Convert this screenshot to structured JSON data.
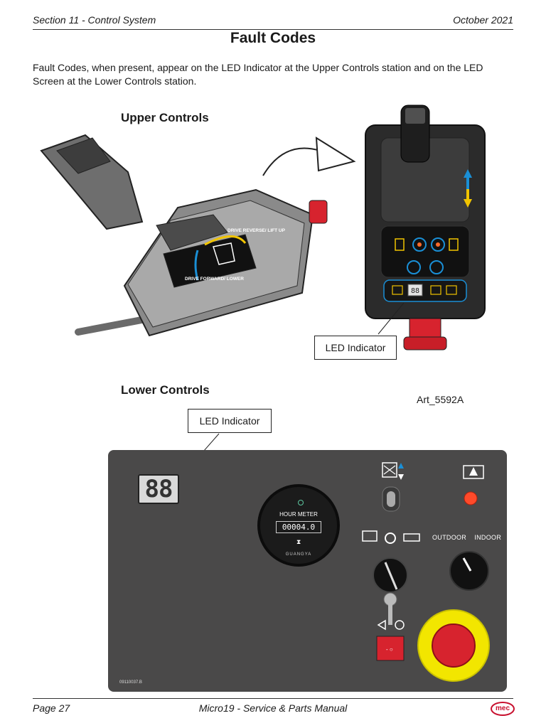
{
  "header": {
    "section": "Section 11 - Control System",
    "date": "October 2021"
  },
  "title": "Fault Codes",
  "intro": "Fault Codes, when present, appear on the LED Indicator at the Upper Controls station and on the LED Screen at the Lower Controls station.",
  "upper": {
    "heading": "Upper Controls",
    "joystick_decal": {
      "reverse": "DRIVE REVERSE/ LIFT UP",
      "forward": "DRIVE FORWARD/ LOWER"
    },
    "led_value": "88",
    "callout": "LED Indicator"
  },
  "lower": {
    "heading": "Lower Controls",
    "art_ref": "Art_5592A",
    "callout": "LED Indicator",
    "led_value": "88",
    "hour_meter": {
      "label": "HOUR METER",
      "value": "00004.0",
      "brand": "GUANGYA"
    },
    "selector_labels": {
      "outdoor": "OUTDOOR",
      "indoor": "INDOOR"
    },
    "part_number": "09110037.B"
  },
  "footer": {
    "page": "Page 27",
    "manual": "Micro19 - Service & Parts Manual",
    "logo": "mec"
  },
  "colors": {
    "panel": "#4a4949",
    "estop_red": "#d7232e",
    "estop_yellow": "#f2e600",
    "indicator_blue": "#1a8fd6",
    "indicator_yellow": "#f1c400"
  }
}
